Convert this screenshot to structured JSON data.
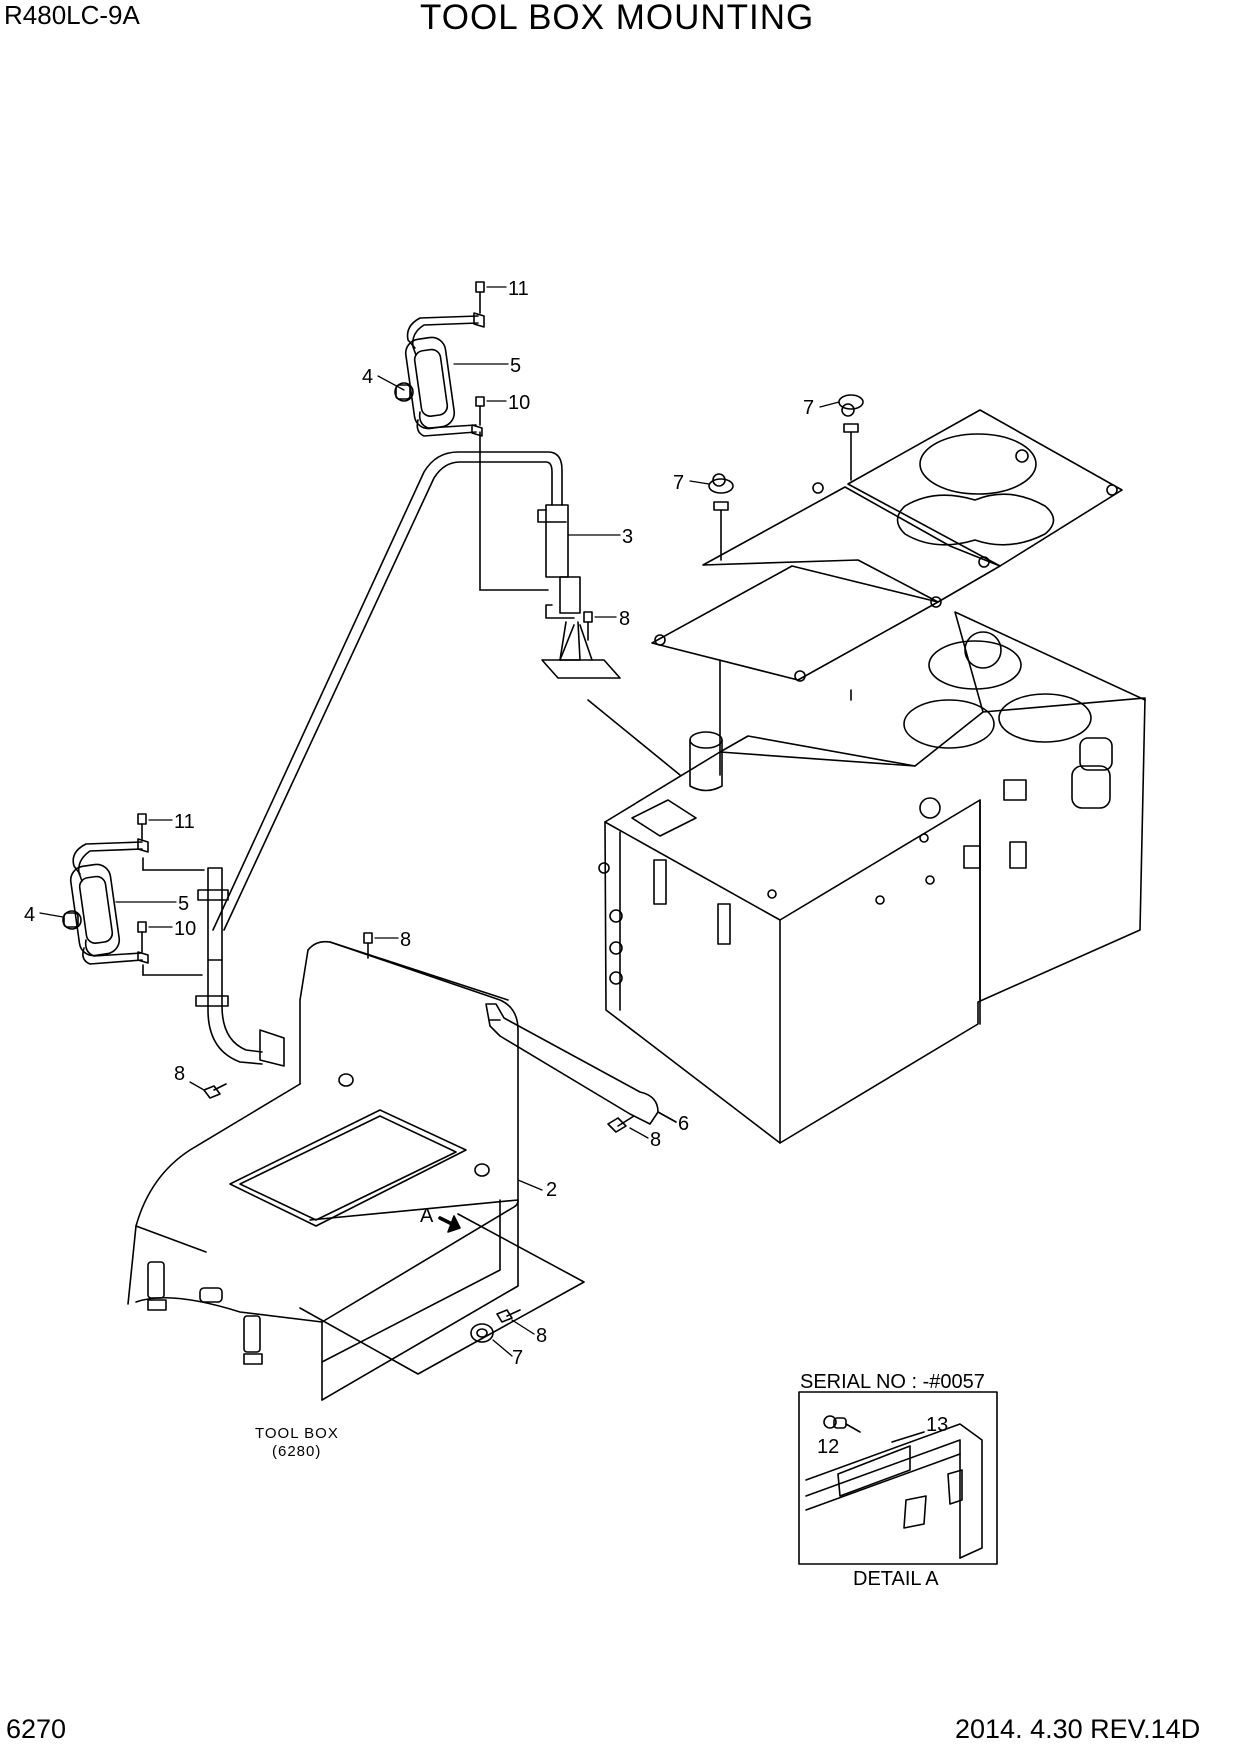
{
  "header": {
    "model": "R480LC-9A",
    "title": "TOOL BOX MOUNTING"
  },
  "footer": {
    "page_number": "6270",
    "revision": "2014. 4.30  REV.14D"
  },
  "callouts": [
    {
      "id": "c11-top",
      "label": "11"
    },
    {
      "id": "c5-top",
      "label": "5"
    },
    {
      "id": "c4-top",
      "label": "4"
    },
    {
      "id": "c10-top",
      "label": "10"
    },
    {
      "id": "c3",
      "label": "3"
    },
    {
      "id": "c8-top",
      "label": "8"
    },
    {
      "id": "c7-a",
      "label": "7"
    },
    {
      "id": "c7-b",
      "label": "7"
    },
    {
      "id": "c11-left",
      "label": "11"
    },
    {
      "id": "c5-left",
      "label": "5"
    },
    {
      "id": "c4-left",
      "label": "4"
    },
    {
      "id": "c10-left",
      "label": "10"
    },
    {
      "id": "c8-mid",
      "label": "8"
    },
    {
      "id": "c8-left",
      "label": "8"
    },
    {
      "id": "c6",
      "label": "6"
    },
    {
      "id": "c8-right",
      "label": "8"
    },
    {
      "id": "c2",
      "label": "2"
    },
    {
      "id": "c8-bottom",
      "label": "8"
    },
    {
      "id": "c7-bottom",
      "label": "7"
    },
    {
      "id": "c12",
      "label": "12"
    },
    {
      "id": "c13",
      "label": "13"
    }
  ],
  "annotations": {
    "view_arrow": "A",
    "toolbox_name": "TOOL BOX",
    "toolbox_ref": "(6280)",
    "serial": "SERIAL NO : -#0057",
    "detail": "DETAIL A"
  }
}
